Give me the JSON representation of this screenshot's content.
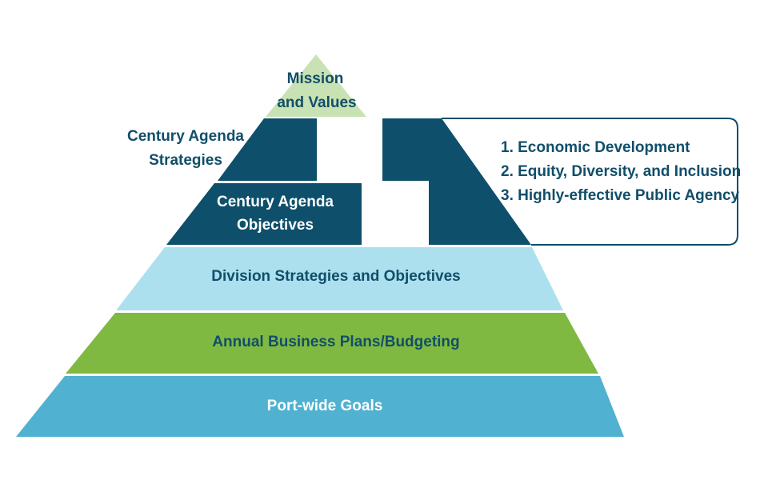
{
  "colors": {
    "dark_blue": "#0e4f6b",
    "text_dark": "#114e6a",
    "mission_green": "#c9e2b4",
    "light_blue": "#ace0ef",
    "green": "#80b941",
    "cyan": "#50b1d1",
    "white": "#ffffff"
  },
  "pyramid": {
    "mission": {
      "line1": "Mission",
      "line2": "and Values"
    },
    "strategies": {
      "line1": "Century Agenda",
      "line2": "Strategies"
    },
    "objectives": {
      "line1": "Century Agenda",
      "line2": "Objectives"
    },
    "division": "Division Strategies and Objectives",
    "annual": "Annual Business Plans/Budgeting",
    "portwide": "Port-wide Goals"
  },
  "callout": {
    "items": [
      "1. Economic Development",
      "2. Equity, Diversity, and Inclusion",
      "3. Highly-effective Public Agency"
    ]
  }
}
